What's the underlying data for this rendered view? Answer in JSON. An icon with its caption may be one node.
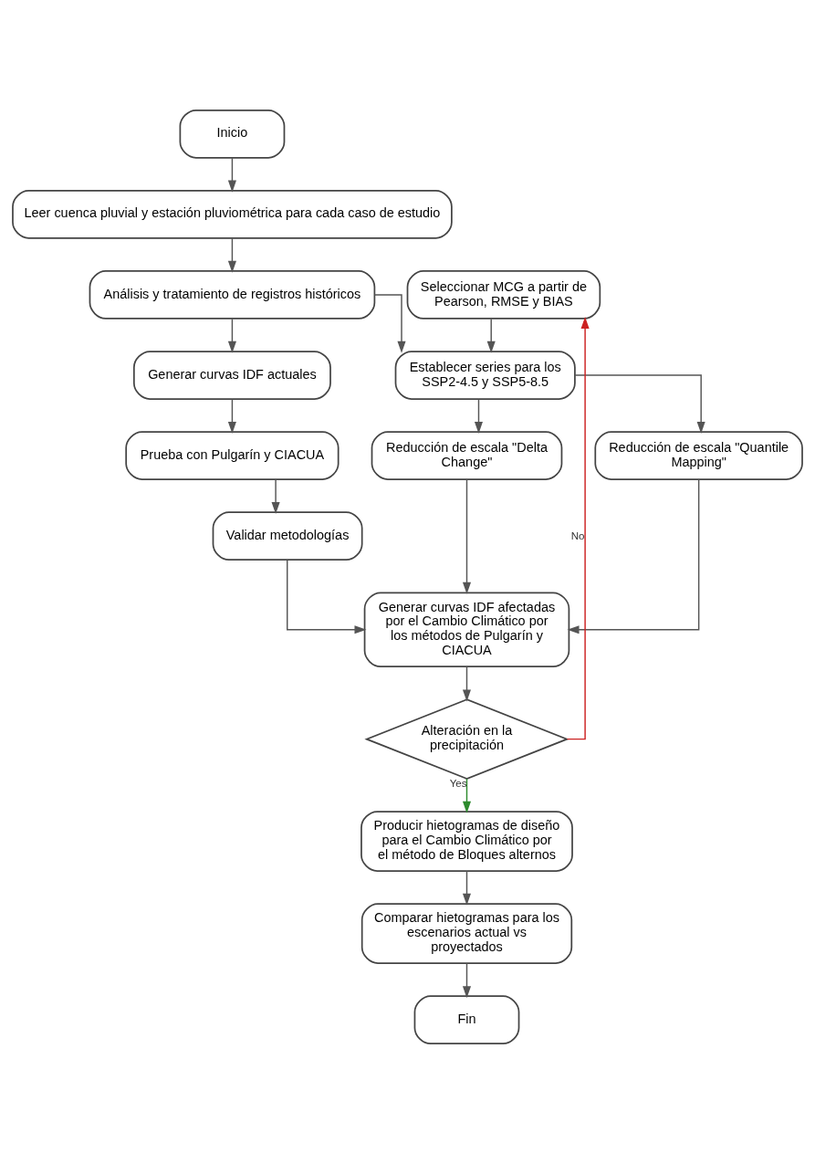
{
  "diagram": {
    "nodes": [
      {
        "text": [
          "Inicio"
        ]
      },
      {
        "text": [
          "Leer cuenca pluvial y estación pluviométrica para cada caso de estudio"
        ]
      },
      {
        "text": [
          "Análisis y tratamiento de registros históricos"
        ]
      },
      {
        "text": [
          "Generar curvas IDF actuales"
        ]
      },
      {
        "text": [
          "Prueba con Pulgarín y CIACUA"
        ]
      },
      {
        "text": [
          "Validar metodologías"
        ]
      },
      {
        "text": [
          "Seleccionar MCG a partir de Pearson, RMSE y BIAS"
        ]
      },
      {
        "text": [
          "Establecer series para los SSP2-4.5 y SSP5-8.5"
        ]
      },
      {
        "text": [
          "Reducción de escala \"Delta Change\""
        ]
      },
      {
        "text": [
          "Reducción de escala \"Quantile Mapping\""
        ]
      },
      {
        "text": [
          "Generar curvas IDF afectadas por el Cambio Climático por los métodos de Pulgarín y CIACUA"
        ]
      },
      {
        "text": [
          "Alteración en la precipitación"
        ]
      },
      {
        "text": [
          "Producir hietogramas de diseño para el Cambio Climático por el método de Bloques alternos"
        ]
      },
      {
        "text": [
          "Comparar hietogramas para los escenarios actual vs proyectados"
        ]
      },
      {
        "text": [
          "Fin"
        ]
      }
    ],
    "edges": [
      {
        "from": 0,
        "to": 1,
        "arrow": "to"
      },
      {
        "from": 1,
        "to": 2,
        "arrow": "to"
      },
      {
        "from": 2,
        "to": 3,
        "arrow": "to"
      },
      {
        "from": 3,
        "to": 4,
        "arrow": "to"
      },
      {
        "from": 4,
        "to": 5,
        "arrow": "to"
      },
      {
        "from": 2,
        "to": 7,
        "arrow": "to"
      },
      {
        "from": 6,
        "to": 7,
        "arrow": "to"
      },
      {
        "from": 7,
        "to": 8,
        "arrow": "to"
      },
      {
        "from": 7,
        "to": 9,
        "arrow": "to"
      },
      {
        "from": 8,
        "to": 10,
        "arrow": "to"
      },
      {
        "from": 9,
        "to": 10,
        "arrow": "to"
      },
      {
        "from": 5,
        "to": 10,
        "arrow": "to"
      },
      {
        "from": 10,
        "to": 11,
        "arrow": "to"
      },
      {
        "from": 11,
        "to": 6,
        "arrow": "to",
        "label": "No",
        "color": "#cc2222"
      },
      {
        "from": 11,
        "to": 12,
        "arrow": "to",
        "label": "Yes",
        "color": "#2e8b2e"
      },
      {
        "from": 12,
        "to": 13,
        "arrow": "to"
      },
      {
        "from": 13,
        "to": 14,
        "arrow": "to"
      }
    ]
  }
}
